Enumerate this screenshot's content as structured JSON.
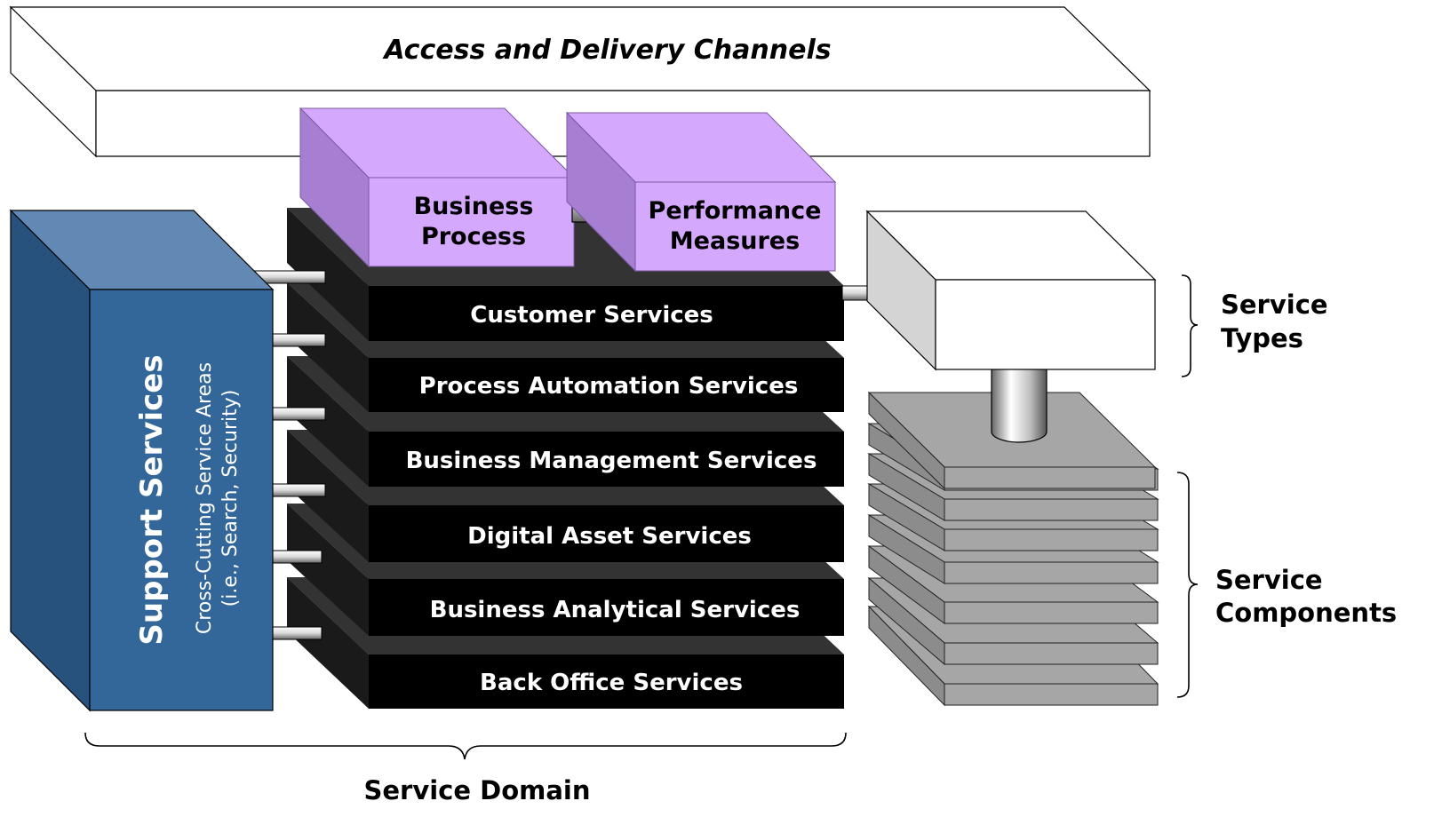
{
  "diagram": {
    "access_channels": "Access and Delivery Channels",
    "business_process": [
      "Business",
      "Process"
    ],
    "performance_measures": [
      "Performance",
      "Measures"
    ],
    "support_services": {
      "title": "Support Services",
      "subtitle_line1": "Cross-Cutting Service Areas",
      "subtitle_line2": "(i.e., Search, Security)"
    },
    "service_layers": [
      "Customer Services",
      "Process Automation Services",
      "Business Management Services",
      "Digital Asset Services",
      "Business Analytical Services",
      "Back Office Services"
    ],
    "service_types": [
      "Service",
      "Types"
    ],
    "service_components": [
      "Service",
      "Components"
    ],
    "service_domain": "Service Domain"
  },
  "colors": {
    "purple_front": "#d4a8fc",
    "purple_side": "#a67fd3",
    "blue_front": "#336699",
    "blue_top": "#6189b3",
    "blue_side": "#28527e",
    "layer_black": "#000000",
    "layer_dark": "#333333",
    "component_gray": "#a6a6a6",
    "component_dark": "#8c8c8c"
  }
}
